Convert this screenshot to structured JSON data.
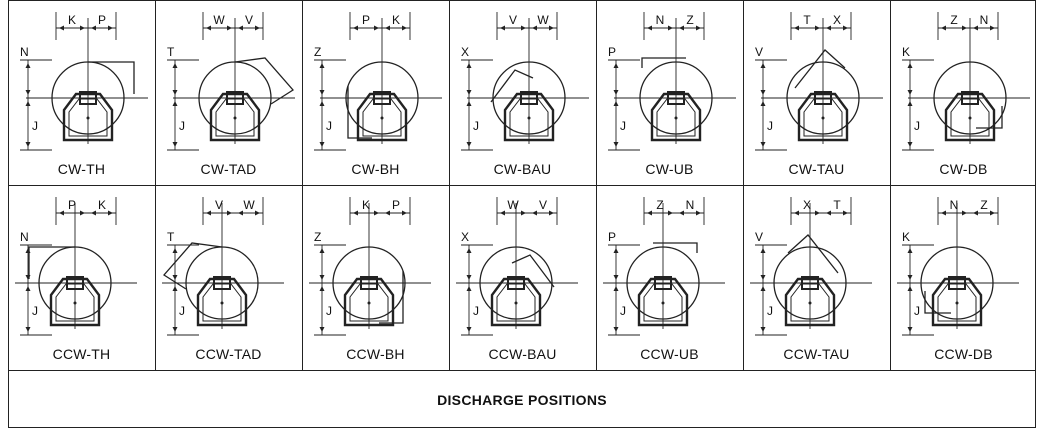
{
  "title": "DISCHARGE POSITIONS",
  "rows": [
    {
      "cells": [
        {
          "label": "CW-TH",
          "dims": [
            "K",
            "P",
            "N",
            "J"
          ],
          "hand": "cw",
          "discharge": "th"
        },
        {
          "label": "CW-TAD",
          "dims": [
            "W",
            "V",
            "T",
            "J"
          ],
          "hand": "cw",
          "discharge": "tad"
        },
        {
          "label": "CW-BH",
          "dims": [
            "P",
            "K",
            "Z",
            "J"
          ],
          "hand": "cw",
          "discharge": "bh"
        },
        {
          "label": "CW-BAU",
          "dims": [
            "V",
            "W",
            "X",
            "J"
          ],
          "hand": "cw",
          "discharge": "bau"
        },
        {
          "label": "CW-UB",
          "dims": [
            "N",
            "Z",
            "P",
            "J"
          ],
          "hand": "cw",
          "discharge": "ub"
        },
        {
          "label": "CW-TAU",
          "dims": [
            "T",
            "X",
            "V",
            "J"
          ],
          "hand": "cw",
          "discharge": "tau"
        },
        {
          "label": "CW-DB",
          "dims": [
            "Z",
            "N",
            "K",
            "J"
          ],
          "hand": "cw",
          "discharge": "db"
        }
      ]
    },
    {
      "cells": [
        {
          "label": "CCW-TH",
          "dims": [
            "P",
            "K",
            "N",
            "J"
          ],
          "hand": "ccw",
          "discharge": "th"
        },
        {
          "label": "CCW-TAD",
          "dims": [
            "V",
            "W",
            "T",
            "J"
          ],
          "hand": "ccw",
          "discharge": "tad"
        },
        {
          "label": "CCW-BH",
          "dims": [
            "K",
            "P",
            "Z",
            "J"
          ],
          "hand": "ccw",
          "discharge": "bh"
        },
        {
          "label": "CCW-BAU",
          "dims": [
            "W",
            "V",
            "X",
            "J"
          ],
          "hand": "ccw",
          "discharge": "bau"
        },
        {
          "label": "CCW-UB",
          "dims": [
            "Z",
            "N",
            "P",
            "J"
          ],
          "hand": "ccw",
          "discharge": "ub"
        },
        {
          "label": "CCW-TAU",
          "dims": [
            "X",
            "T",
            "V",
            "J"
          ],
          "hand": "ccw",
          "discharge": "tau"
        },
        {
          "label": "CCW-DB",
          "dims": [
            "N",
            "Z",
            "K",
            "J"
          ],
          "hand": "ccw",
          "discharge": "db"
        }
      ]
    }
  ]
}
